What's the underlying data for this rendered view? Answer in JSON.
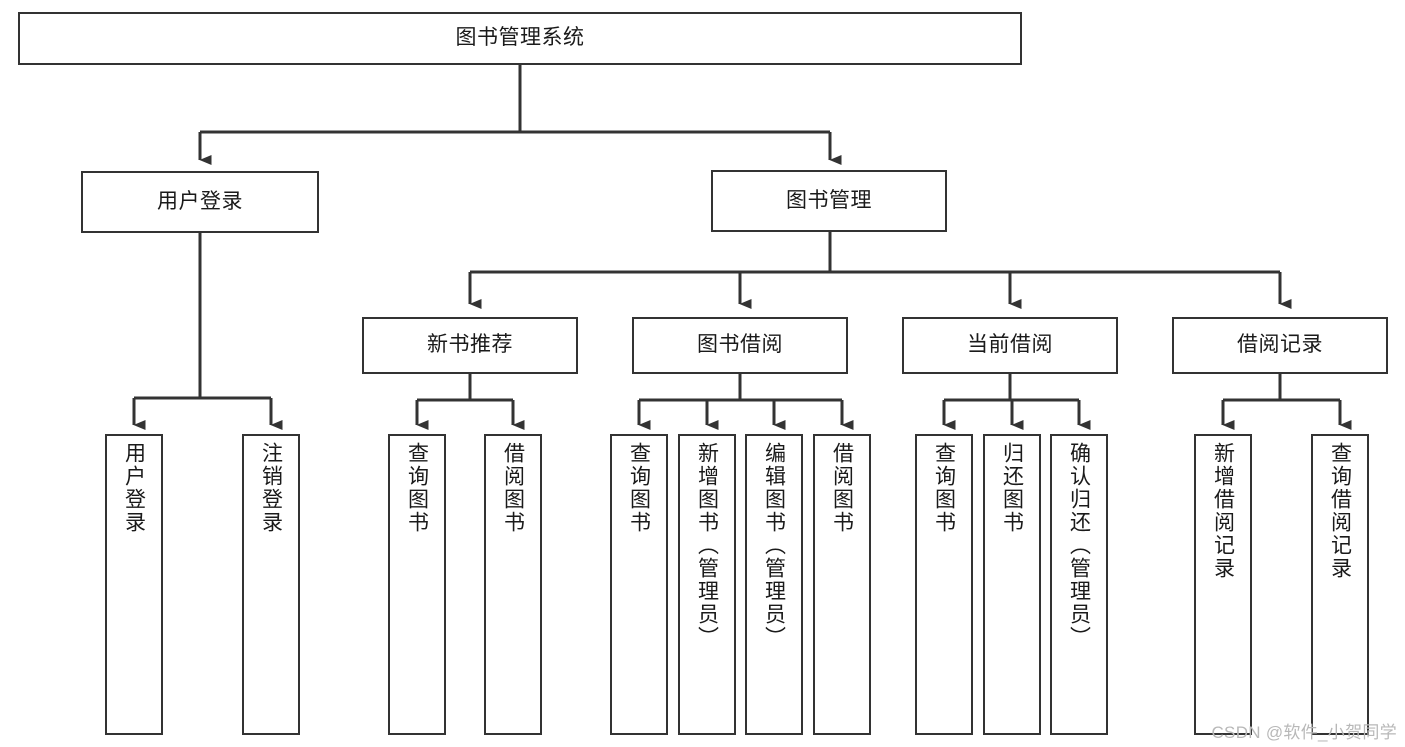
{
  "diagram": {
    "type": "tree",
    "title": "图书管理系统",
    "watermark": "CSDN @软件_小贺同学",
    "colors": {
      "background": "#ffffff",
      "node_fill": "#ffffff",
      "node_stroke": "#333333",
      "edge_stroke": "#333333",
      "text": "#1a1a1a",
      "watermark": "#b8b8b8"
    },
    "nodes": {
      "root": {
        "label": "图书管理系统"
      },
      "level2": [
        {
          "id": "user-login",
          "label": "用户登录"
        },
        {
          "id": "book-manage",
          "label": "图书管理"
        }
      ],
      "level3": [
        {
          "id": "new-book-recommend",
          "label": "新书推荐"
        },
        {
          "id": "book-borrow",
          "label": "图书借阅"
        },
        {
          "id": "current-borrow",
          "label": "当前借阅"
        },
        {
          "id": "borrow-record",
          "label": "借阅记录"
        }
      ],
      "leaves": [
        {
          "id": "leaf-user-login",
          "label": "用户登录",
          "parent": "user-login"
        },
        {
          "id": "leaf-logout-login",
          "label": "注销登录",
          "parent": "user-login"
        },
        {
          "id": "leaf-query-book-1",
          "label": "查询图书",
          "parent": "new-book-recommend"
        },
        {
          "id": "leaf-borrow-book-1",
          "label": "借阅图书",
          "parent": "new-book-recommend"
        },
        {
          "id": "leaf-query-book-2",
          "label": "查询图书",
          "parent": "book-borrow"
        },
        {
          "id": "leaf-add-book",
          "label": "新增图书（管理员）",
          "parent": "book-borrow"
        },
        {
          "id": "leaf-edit-book",
          "label": "编辑图书（管理员）",
          "parent": "book-borrow"
        },
        {
          "id": "leaf-borrow-book-2",
          "label": "借阅图书",
          "parent": "book-borrow"
        },
        {
          "id": "leaf-query-book-3",
          "label": "查询图书",
          "parent": "current-borrow"
        },
        {
          "id": "leaf-return-book",
          "label": "归还图书",
          "parent": "current-borrow"
        },
        {
          "id": "leaf-confirm-return",
          "label": "确认归还（管理员）",
          "parent": "current-borrow"
        },
        {
          "id": "leaf-add-record",
          "label": "新增借阅记录",
          "parent": "borrow-record"
        },
        {
          "id": "leaf-query-record",
          "label": "查询借阅记录",
          "parent": "borrow-record"
        }
      ]
    }
  }
}
